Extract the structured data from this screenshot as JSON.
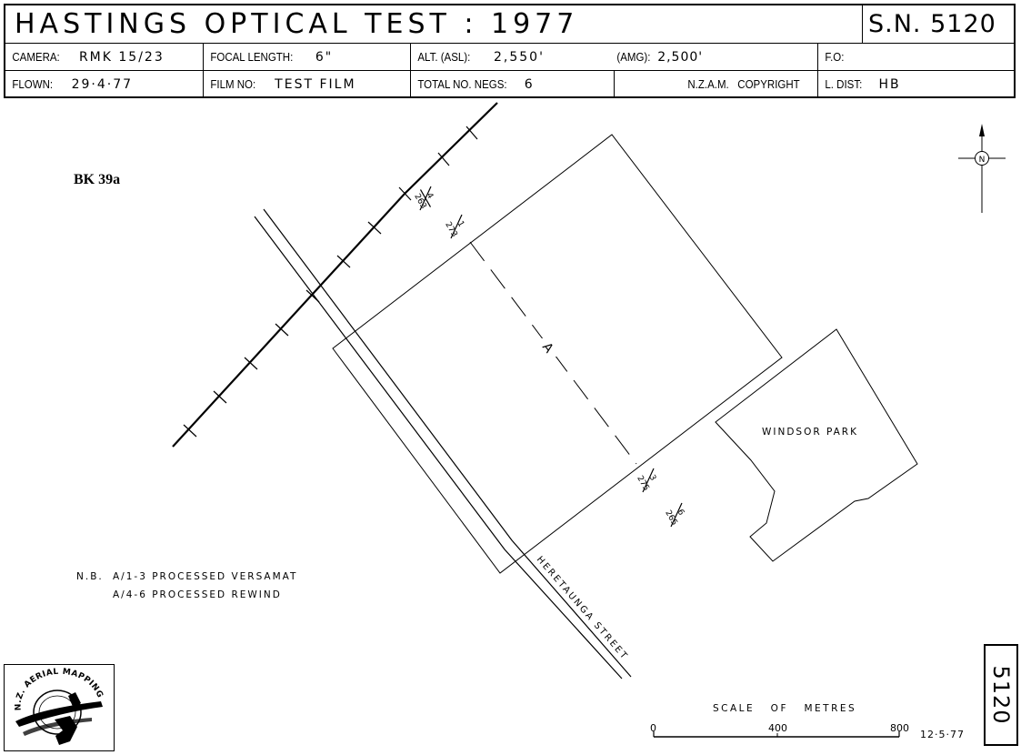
{
  "header": {
    "title": "HASTINGS  OPTICAL  TEST : 1977",
    "serial": "S.N. 5120",
    "camera_label": "CAMERA:",
    "camera_value": "RMK 15/23",
    "focal_label": "FOCAL LENGTH:",
    "focal_value": "6\"",
    "alt_label": "ALT. (ASL):",
    "alt_value": "2,550'",
    "amg_label": "(AMG):",
    "amg_value": "2,500'",
    "fo_label": "F.O:",
    "fo_value": "",
    "flown_label": "FLOWN:",
    "flown_value": "29·4·77",
    "film_label": "FILM NO:",
    "film_value": "TEST FILM",
    "negs_label": "TOTAL NO. NEGS:",
    "negs_value": "6",
    "copyright": "N.Z.A.M.   COPYRIGHT",
    "ldist_label": "L. DIST:",
    "ldist_value": "HB"
  },
  "map": {
    "sheet_ref": "BK 39a",
    "north_label": "N",
    "run_label": "A",
    "park_label": "WINDSOR  PARK",
    "street_label": "HERETAUNGA  STREET",
    "photo_marks": [
      {
        "frame": "4",
        "number": "263"
      },
      {
        "frame": "1",
        "number": "273"
      },
      {
        "frame": "3",
        "number": "275"
      },
      {
        "frame": "6",
        "number": "265"
      }
    ]
  },
  "notes": {
    "line1_prefix": "N.B.",
    "line1": "A/1-3  PROCESSED  VERSAMAT",
    "line2": "A/4-6  PROCESSED  REWIND"
  },
  "scale": {
    "label": "SCALE   OF   METRES",
    "ticks": [
      "0",
      "400",
      "800"
    ],
    "date": "12·5·77"
  },
  "stamp": {
    "serial_vertical": "5120",
    "logo_text": "N.Z. AERIAL MAPPING LTD"
  }
}
